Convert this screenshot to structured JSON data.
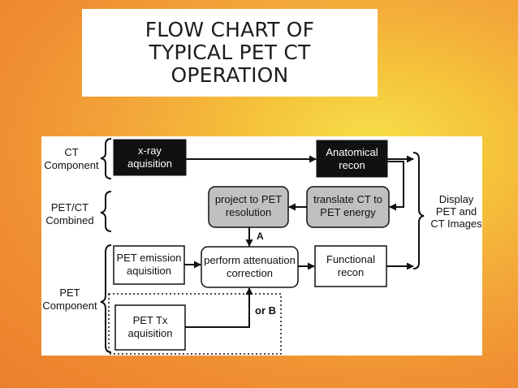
{
  "slide": {
    "title": "FLOW CHART OF\nTYPICAL PET CT\nOPERATION"
  },
  "diagram": {
    "groups": {
      "ct": [
        "CT",
        "Component"
      ],
      "petct": [
        "PET/CT",
        "Combined"
      ],
      "pet": [
        "PET",
        "Component"
      ]
    },
    "nodes": {
      "xray": [
        "x-ray",
        "aquisition"
      ],
      "anatomical": [
        "Anatomical",
        "recon"
      ],
      "project": [
        "project to PET",
        "resolution"
      ],
      "translate": [
        "translate CT to",
        "PET energy"
      ],
      "emission": [
        "PET emission",
        "aquisition"
      ],
      "attenuation": [
        "perform attenuation",
        "correction"
      ],
      "functional": [
        "Functional",
        "recon"
      ],
      "tx": [
        "PET Tx",
        "aquisition"
      ],
      "display": [
        "Display",
        "PET and",
        "CT Images"
      ]
    },
    "edge_labels": {
      "a": "A",
      "or_b": "or B"
    }
  }
}
